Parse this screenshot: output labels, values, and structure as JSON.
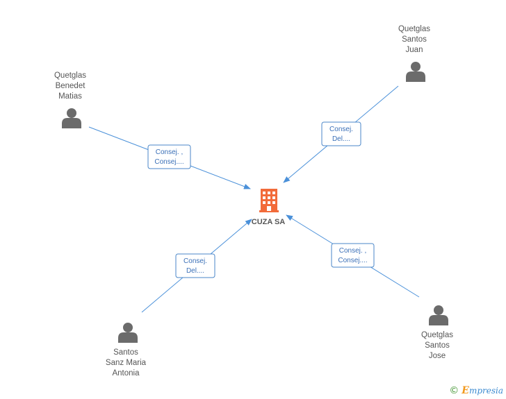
{
  "company": {
    "name": "CUZA SA",
    "icon": "building-icon",
    "color": "#f26b3a"
  },
  "people": [
    {
      "id": "p1",
      "name_lines": [
        "Quetglas",
        "Benedet",
        "Matias"
      ],
      "role_lines": [
        "Consej. ,",
        "Consej...."
      ]
    },
    {
      "id": "p2",
      "name_lines": [
        "Quetglas",
        "Santos",
        "Juan"
      ],
      "role_lines": [
        "Consej.",
        "Del...."
      ]
    },
    {
      "id": "p3",
      "name_lines": [
        "Santos",
        "Sanz Maria",
        "Antonia"
      ],
      "role_lines": [
        "Consej.",
        "Del...."
      ]
    },
    {
      "id": "p4",
      "name_lines": [
        "Quetglas",
        "Santos",
        "Jose"
      ],
      "role_lines": [
        "Consej. ,",
        "Consej...."
      ]
    }
  ],
  "footer": {
    "copyright_symbol": "©",
    "brand_initial": "E",
    "brand_rest": "mpresia"
  },
  "colors": {
    "edge": "#4a90d9",
    "person_icon": "#6b6b6b",
    "text": "#555555"
  }
}
